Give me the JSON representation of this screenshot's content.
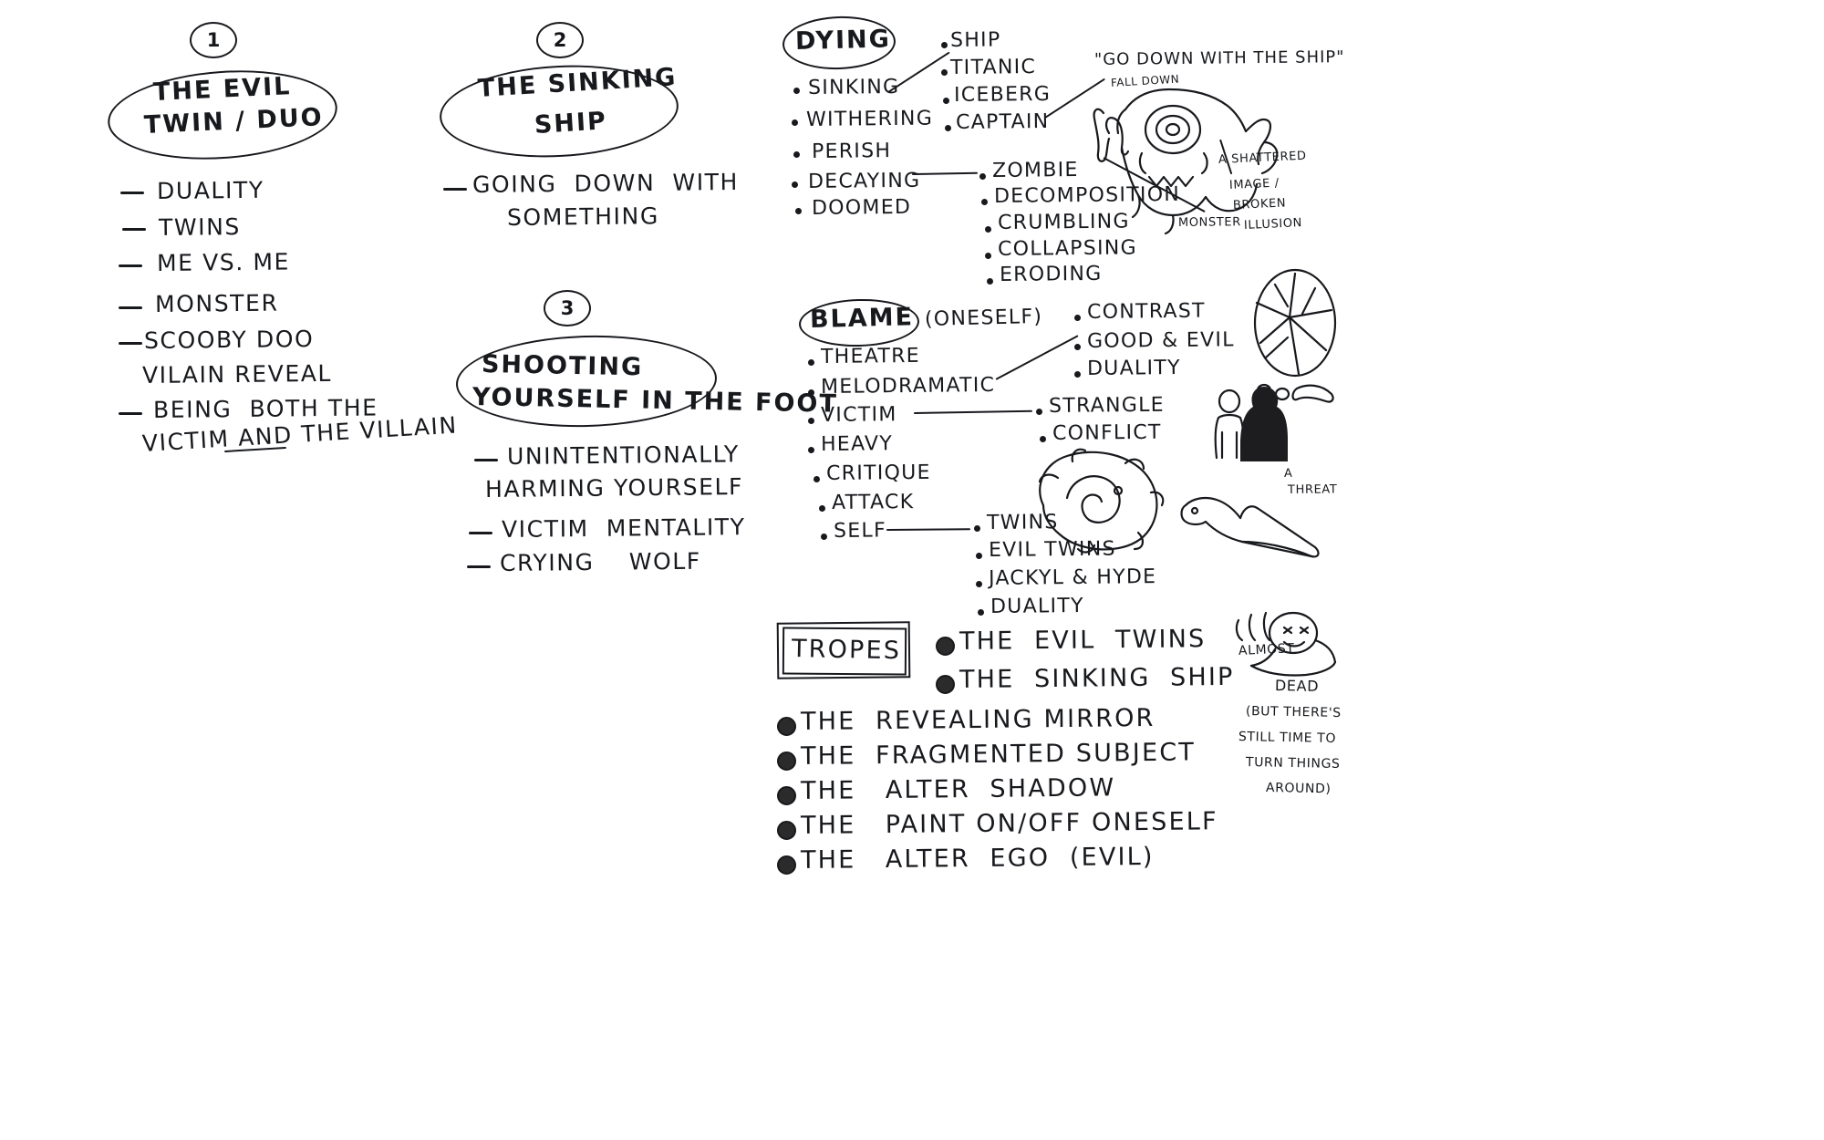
{
  "board": {
    "background": "#ffffff",
    "ink_color": "#17191d",
    "title": "Ideation sketch notes"
  },
  "left_column": {
    "concept_1": {
      "number": "1",
      "title_line1": "THE EVIL",
      "title_line2": "TWIN / DUO",
      "items": [
        "DUALITY",
        "TWINS",
        "ME VS. ME",
        "MONSTER",
        "SCOOBY DOO",
        "VILAIN REVEAL",
        "BEING  BOTH THE",
        "VICTIM AND THE VILLAIN"
      ],
      "emphasis": "AND"
    }
  },
  "middle_column": {
    "concept_2": {
      "number": "2",
      "title_line1": "THE SINKING",
      "title_line2": "SHIP",
      "items": [
        "GOING  DOWN  WITH",
        "SOMETHING"
      ]
    },
    "concept_3": {
      "number": "3",
      "title_line1": "SHOOTING",
      "title_line2": "YOURSELF IN THE FOOT",
      "items": [
        "UNINTENTIONALLY",
        "HARMING YOURSELF",
        "VICTIM  MENTALITY",
        "CRYING    WOLF"
      ]
    }
  },
  "right_column": {
    "dying_cluster": {
      "heading": "DYING",
      "items": [
        "SINKING",
        "WITHERING",
        "PERISH",
        "DECAYING",
        "DOOMED"
      ],
      "ship_branch": [
        "SHIP",
        "TITANIC",
        "ICEBERG",
        "CAPTAIN"
      ],
      "decay_branch": [
        "ZOMBIE",
        "DECOMPOSITION",
        "CRUMBLING",
        "COLLAPSING",
        "ERODING"
      ],
      "quote": "\"GO DOWN WITH THE SHIP\"",
      "doodle_caption": "FALL DOWN",
      "monster_label": "MONSTER",
      "shattered_label_line1": "A SHATTERED",
      "shattered_label_line2": "IMAGE /",
      "shattered_label_line3": "BROKEN",
      "shattered_label_line4": "ILLUSION"
    },
    "blame_cluster": {
      "heading": "BLAME",
      "heading_suffix": "(ONESELF)",
      "items": [
        "THEATRE",
        "MELODRAMATIC",
        "VICTIM",
        "HEAVY",
        "CRITIQUE",
        "ATTACK",
        "SELF"
      ],
      "contrast_branch": [
        "CONTRAST",
        "GOOD & EVIL",
        "DUALITY"
      ],
      "victim_branch": [
        "STRANGLE",
        "CONFLICT"
      ],
      "self_branch": [
        "TWINS",
        "EVIL TWINS",
        "JACKYL & HYDE",
        "DUALITY"
      ],
      "threat_label_line1": "A",
      "threat_label_line2": "THREAT"
    },
    "tropes": {
      "box_label": "TROPES",
      "top_items": [
        "THE  EVIL  TWINS",
        "THE  SINKING  SHIP"
      ],
      "bottom_items": [
        "THE  REVEALING MIRROR",
        "THE  FRAGMENTED SUBJECT",
        "THE   ALTER  SHADOW",
        "THE   PAINT ON/OFF ONESELF",
        "THE   ALTER  EGO  (EVIL)"
      ]
    },
    "almost_dead_note": {
      "line1": "ALMOST",
      "line2": "DEAD",
      "line3": "(BUT THERE'S",
      "line4": "STILL TIME TO",
      "line5": "TURN THINGS",
      "line6": "AROUND)"
    }
  }
}
